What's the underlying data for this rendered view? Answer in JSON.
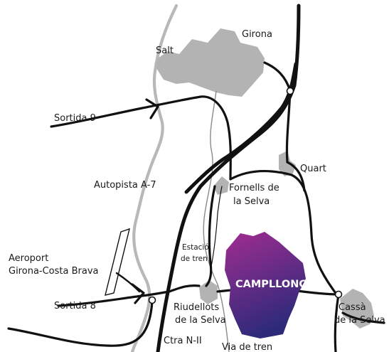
{
  "map": {
    "colors": {
      "town_fill": "#b3b3b3",
      "motorway": "#b8b8b8",
      "road": "#111111",
      "highlight_top": "#a12d91",
      "highlight_bottom": "#2e2a7a",
      "highlight_text": "#ffffff"
    },
    "labels": {
      "girona": "Girona",
      "salt": "Salt",
      "quart": "Quart",
      "fornells_line1": "Fornells de",
      "fornells_line2": "la Selva",
      "riudellots_line1": "Riudellots",
      "riudellots_line2": "de la Selva",
      "cassa_line1": "Cassà",
      "cassa_line2": "de la Selva",
      "campllong": "CAMPLLONG",
      "estacio_line1": "Estació",
      "estacio_line2": "de tren",
      "sortida9": "Sortida 9",
      "sortida8": "Sortida 8",
      "autopista": "Autopista A-7",
      "aeroport_line1": "Aeroport",
      "aeroport_line2": "Girona-Costa Brava",
      "ctra": "Ctra N-II",
      "via": "Via de tren"
    }
  }
}
